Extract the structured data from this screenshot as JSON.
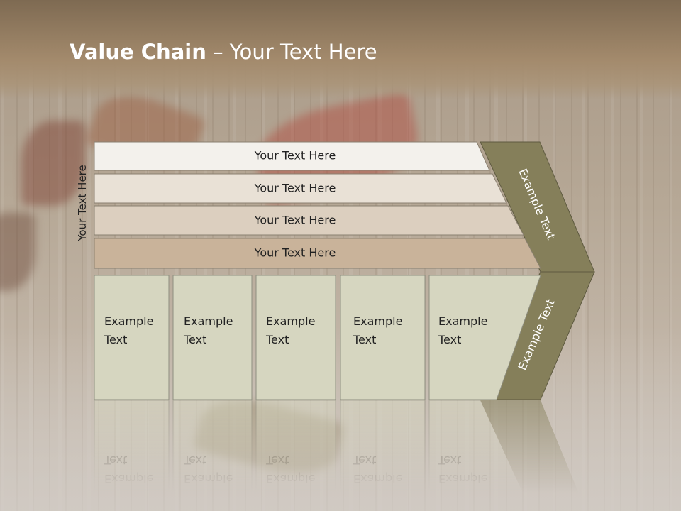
{
  "title": {
    "bold": "Value Chain",
    "rest": " – Your Text Here"
  },
  "side_label": "Your Text Here",
  "bars": [
    {
      "label": "Your Text Here",
      "fill": "#f3f1ec"
    },
    {
      "label": "Your Text Here",
      "fill": "#e9e1d6"
    },
    {
      "label": "Your Text Here",
      "fill": "#dccfbf"
    },
    {
      "label": "Your Text Here",
      "fill": "#c9b39a"
    }
  ],
  "boxes": [
    {
      "line1": "Example",
      "line2": "Text"
    },
    {
      "line1": "Example",
      "line2": "Text"
    },
    {
      "line1": "Example",
      "line2": "Text"
    },
    {
      "line1": "Example",
      "line2": "Text"
    },
    {
      "line1": "Example",
      "line2": "Text"
    }
  ],
  "chevron": {
    "upper_label": "Example Text",
    "lower_label": "Example Text",
    "fill": "#857f5a"
  },
  "colors": {
    "box_fill": "#d6d6c0",
    "header": "#a38a6c"
  }
}
